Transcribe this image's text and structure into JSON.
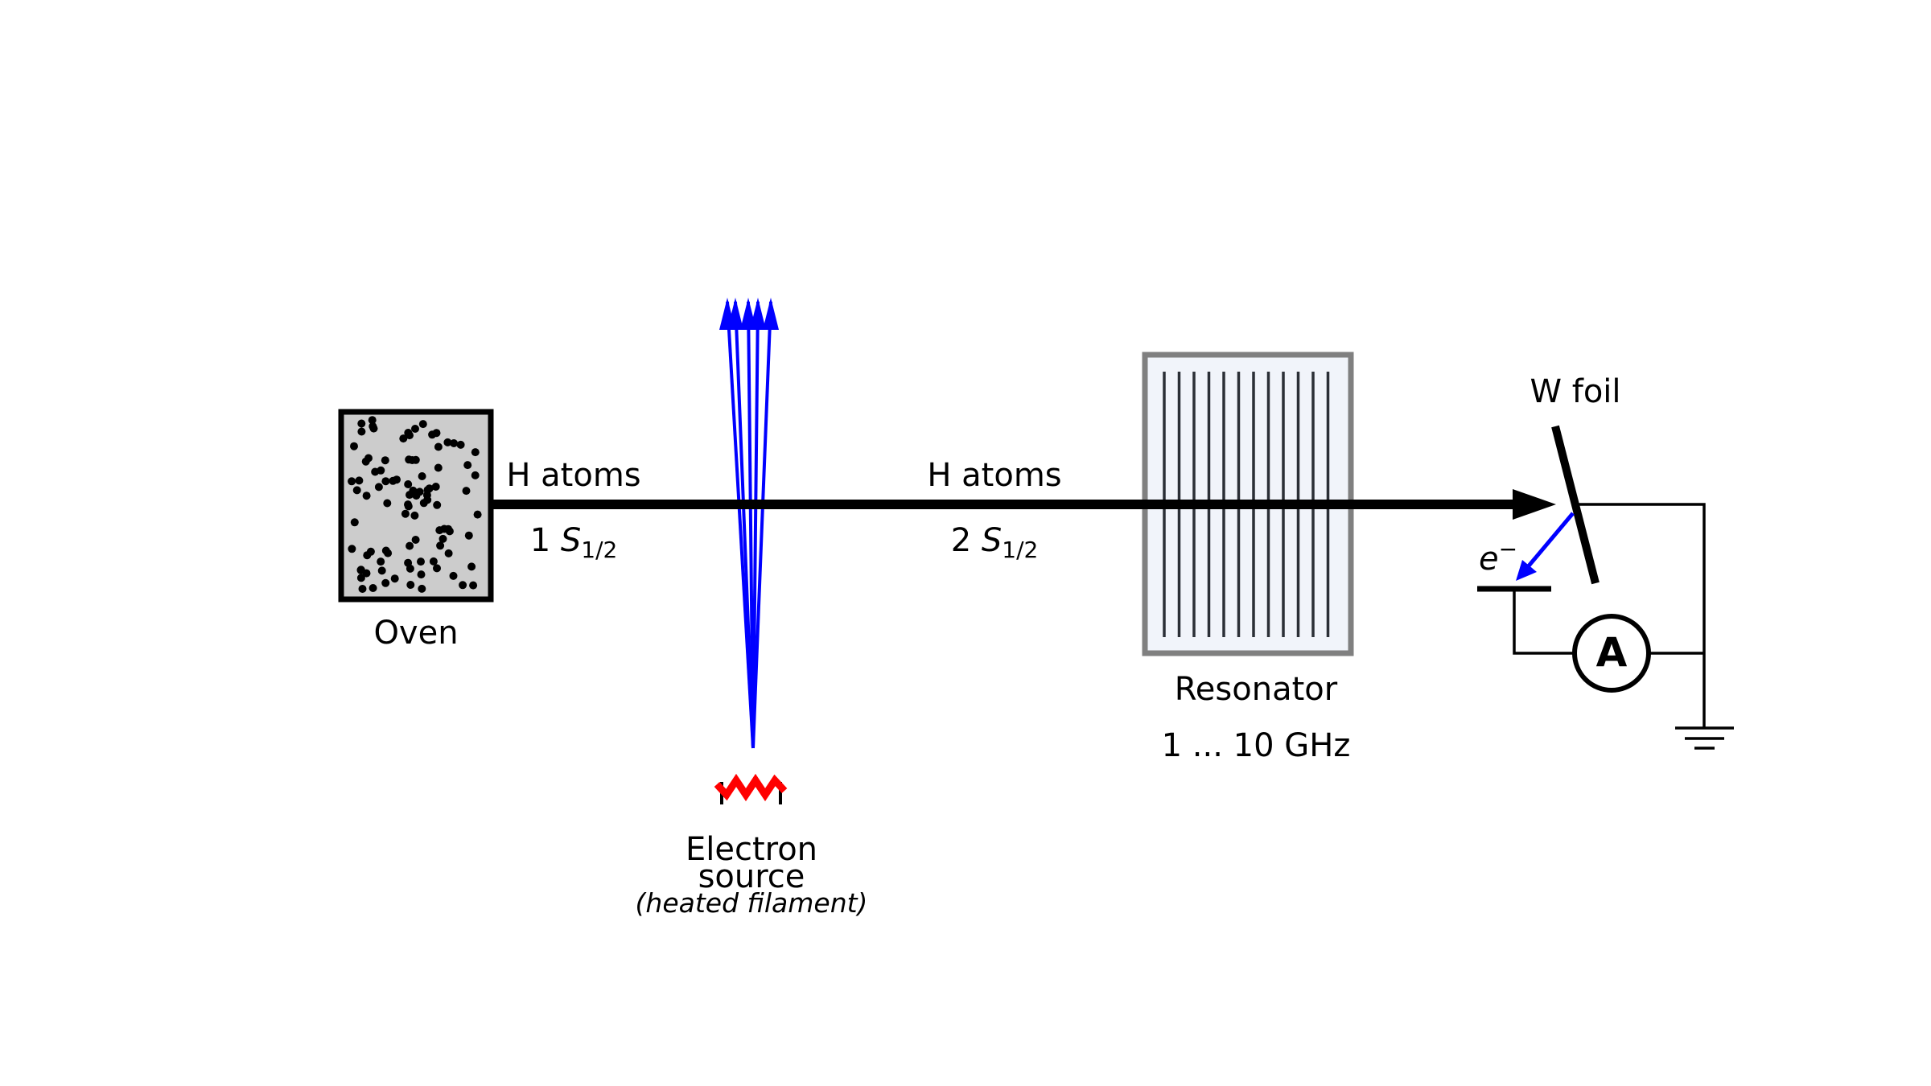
{
  "oven": {
    "label": "Oven"
  },
  "beam": {
    "segment1": {
      "label": "H atoms",
      "state_n": "1",
      "state_letter": "S",
      "state_sub": "1/2"
    },
    "segment2": {
      "label": "H atoms",
      "state_n": "2",
      "state_letter": "S",
      "state_sub": "1/2"
    }
  },
  "electron_source": {
    "line1": "Electron",
    "line2": "source",
    "note": "(heated filament)"
  },
  "resonator": {
    "label": "Resonator",
    "frequency": "1 ... 10 GHz"
  },
  "detector": {
    "foil_label": "W foil",
    "electron_symbol": "e",
    "electron_charge": "−",
    "ammeter_symbol": "A"
  },
  "colors": {
    "beam": "#000000",
    "electron": "#0000ff",
    "filament": "#ff0000",
    "oven_fill": "#cccccc",
    "resonator_fill": "#f1f4fa",
    "resonator_border": "#808080",
    "resonator_plates": "#2b2f36"
  }
}
